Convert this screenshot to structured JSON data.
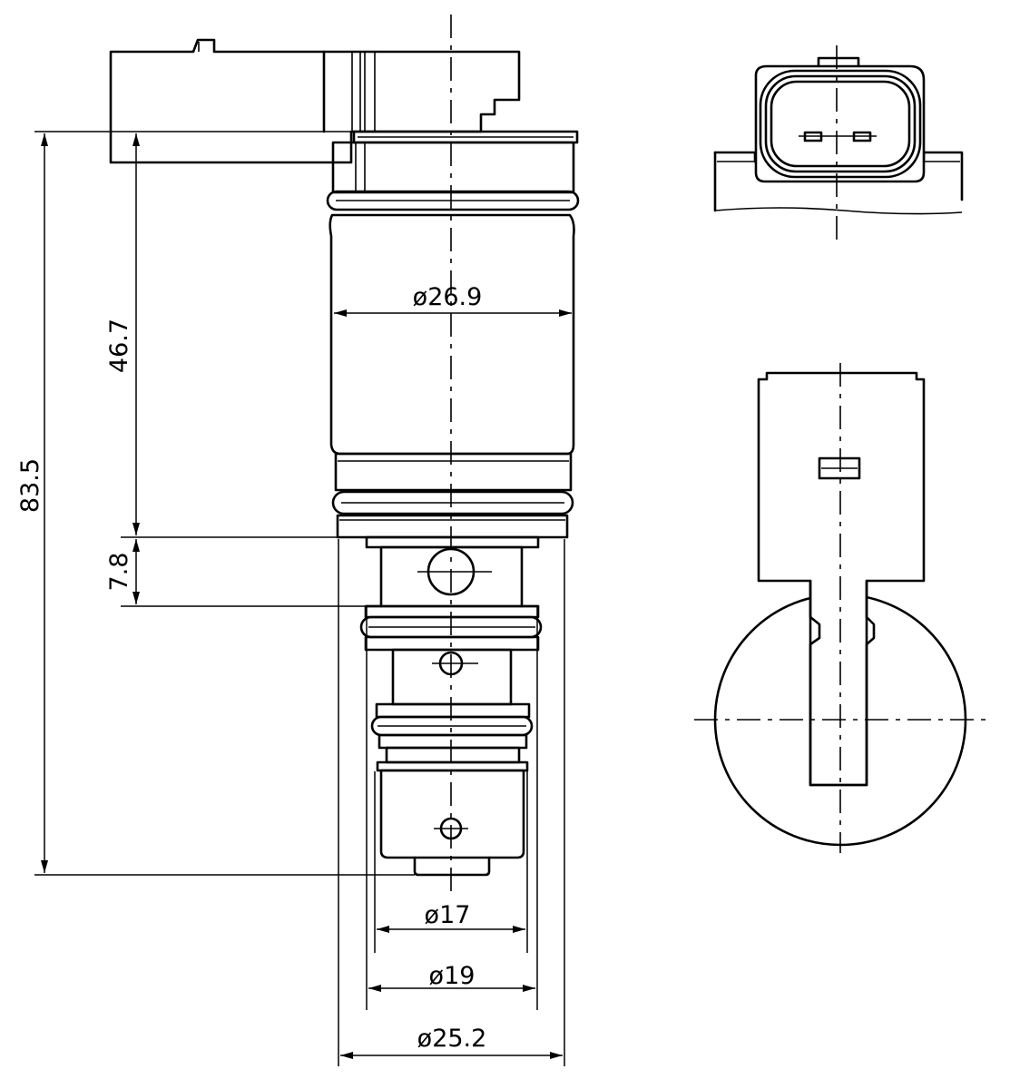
{
  "dimensions": {
    "body_diameter": "ø26.9",
    "tip_diameter": "ø17",
    "middle_diameter": "ø19",
    "base_diameter": "ø25.2",
    "overall_length": "83.5",
    "body_length": "46.7",
    "port_offset": "7.8"
  }
}
